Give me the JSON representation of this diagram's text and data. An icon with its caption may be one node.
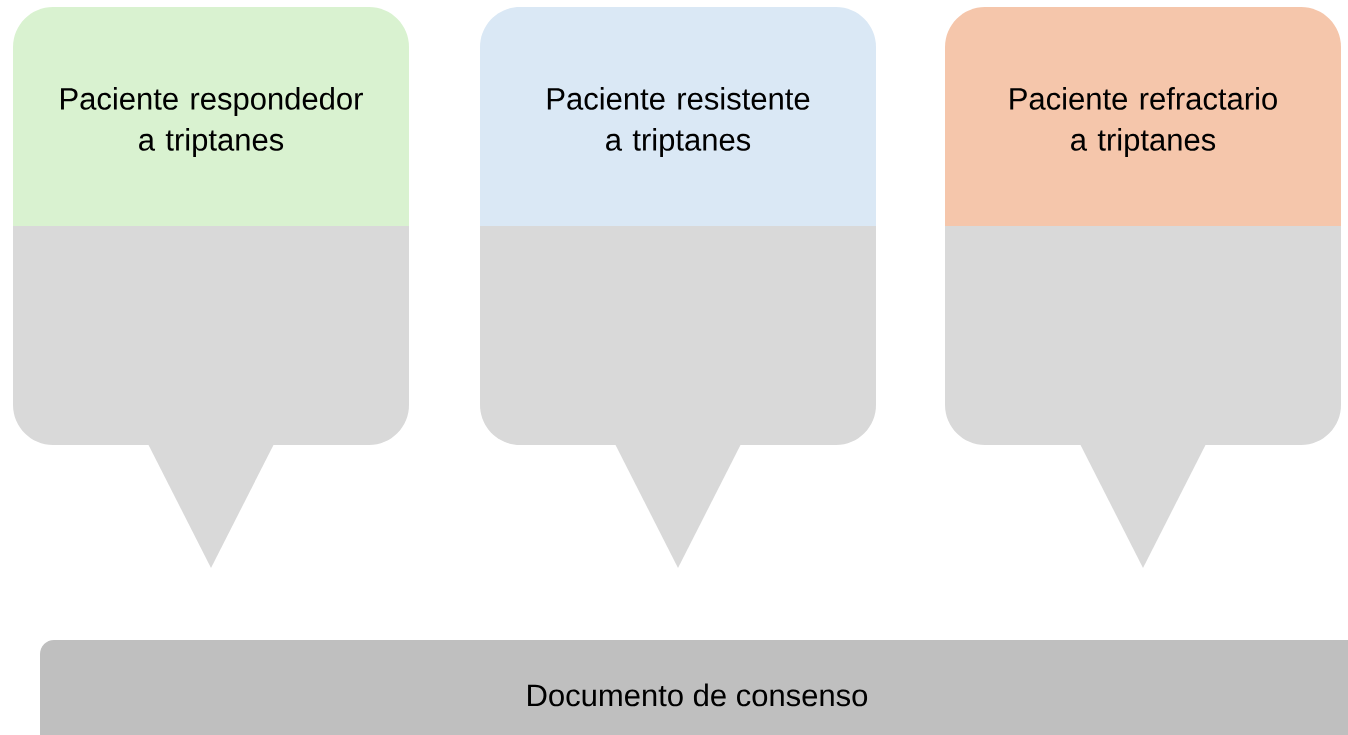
{
  "diagram": {
    "nodes": [
      {
        "text": [
          "Paciente respondedor a triptanes"
        ]
      },
      {
        "text": [
          "Paciente resistente a triptanes"
        ]
      },
      {
        "text": [
          "Paciente refractario a triptanes"
        ]
      },
      {
        "text": [
          "Documento de consenso"
        ]
      }
    ]
  }
}
